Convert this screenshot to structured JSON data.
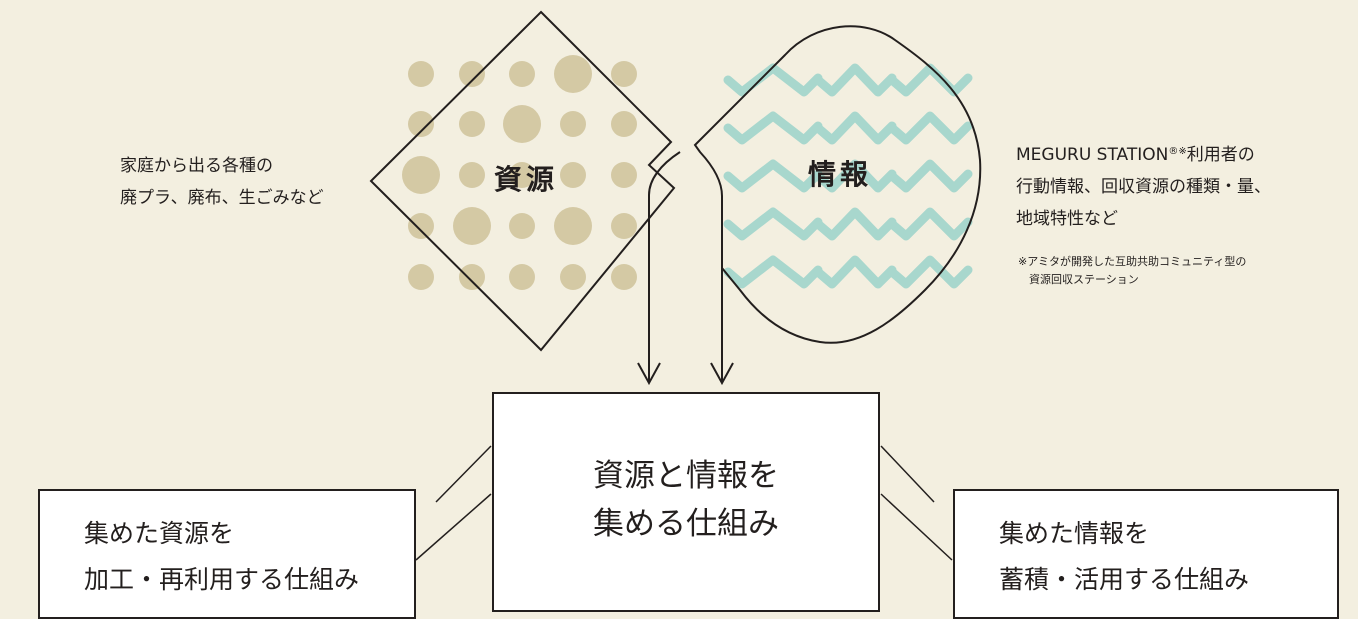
{
  "resources": {
    "label": "資源",
    "desc_line1": "家庭から出る各種の",
    "desc_line2": "廃プラ、廃布、生ごみなど",
    "dot_color": "#d4c9a4"
  },
  "information": {
    "label": "情報",
    "desc_prefix": "MEGURU STATION",
    "desc_sup": "®※",
    "desc_line1_rest": "利用者の",
    "desc_line2": "行動情報、回収資源の種類・量、",
    "desc_line3": "地域特性など",
    "footnote_line1": "※アミタが開発した互助共助コミュニティ型の",
    "footnote_line2": "資源回収ステーション",
    "wave_color": "#a8d7cd"
  },
  "boxes": {
    "center_line1": "資源と情報を",
    "center_line2": "集める仕組み",
    "left_line1": "集めた資源を",
    "left_line2": "加工・再利用する仕組み",
    "right_line1": "集めた情報を",
    "right_line2": "蓄積・活用する仕組み"
  },
  "colors": {
    "background": "#f3efe0",
    "stroke": "#231f1e"
  }
}
